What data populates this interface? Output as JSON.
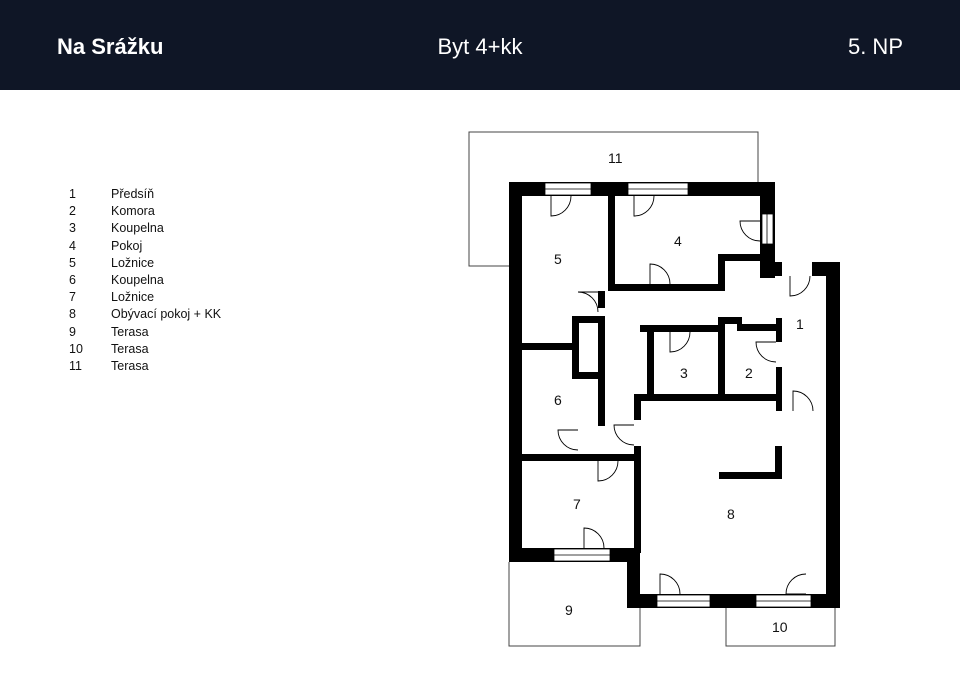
{
  "header": {
    "project": "Na Srážku",
    "unit": "Byt 4+kk",
    "floor": "5. NP"
  },
  "legend": [
    {
      "num": "1",
      "name": "Předsíň"
    },
    {
      "num": "2",
      "name": "Komora"
    },
    {
      "num": "3",
      "name": "Koupelna"
    },
    {
      "num": "4",
      "name": "Pokoj"
    },
    {
      "num": "5",
      "name": "Ložnice"
    },
    {
      "num": "6",
      "name": "Koupelna"
    },
    {
      "num": "7",
      "name": "Ložnice"
    },
    {
      "num": "8",
      "name": "Obývací pokoj + KK"
    },
    {
      "num": "9",
      "name": "Terasa"
    },
    {
      "num": "10",
      "name": "Terasa"
    },
    {
      "num": "11",
      "name": "Terasa"
    }
  ],
  "plan_labels": {
    "r1": "1",
    "r2": "2",
    "r3": "3",
    "r4": "4",
    "r5": "5",
    "r6": "6",
    "r7": "7",
    "r8": "8",
    "r9": "9",
    "r10": "10",
    "r11": "11"
  },
  "colors": {
    "header_bg": "#0f1626",
    "wall": "#000000",
    "header_text": "#ffffff"
  }
}
